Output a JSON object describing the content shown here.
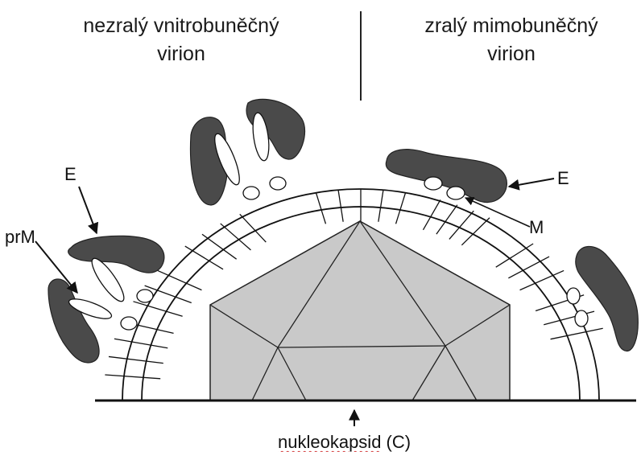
{
  "headings": {
    "left_line1": "nezralý vnitrobuněčný",
    "left_line2": "virion",
    "right_line1": "zralý mimobuněčný",
    "right_line2": "virion"
  },
  "labels": {
    "e_left": "E",
    "prm": "prM",
    "e_right": "E",
    "m": "M"
  },
  "caption": {
    "term": "nukleokapsid",
    "suffix": " (C)"
  },
  "colors": {
    "protein_fill": "#4a4a4a",
    "capsid_fill": "#c8c8c8",
    "line": "#111111"
  }
}
